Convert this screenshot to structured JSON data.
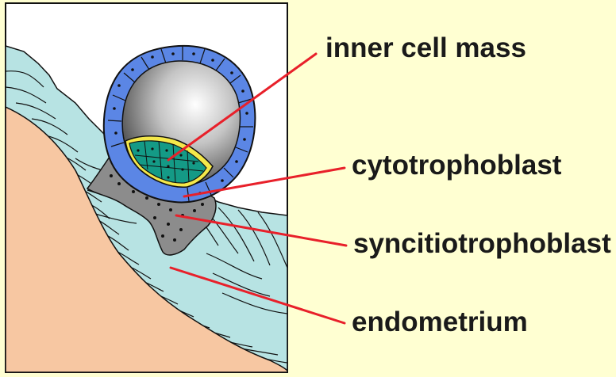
{
  "labels": {
    "inner_cell_mass": "inner cell mass",
    "cytotrophoblast": "cytotrophoblast",
    "syncitiotrophoblast": "syncitiotrophoblast",
    "endometrium": "endometrium"
  },
  "colors": {
    "background": "#FFFFD2",
    "endometrium_epithelium": "#B7E3E3",
    "stroma": "#F7C7A2",
    "cytotrophoblast": "#5B86E5",
    "syncytiotrophoblast": "#8C8C8C",
    "inner_cell_mass": "#149A86",
    "leader_line": "#E8202A"
  }
}
